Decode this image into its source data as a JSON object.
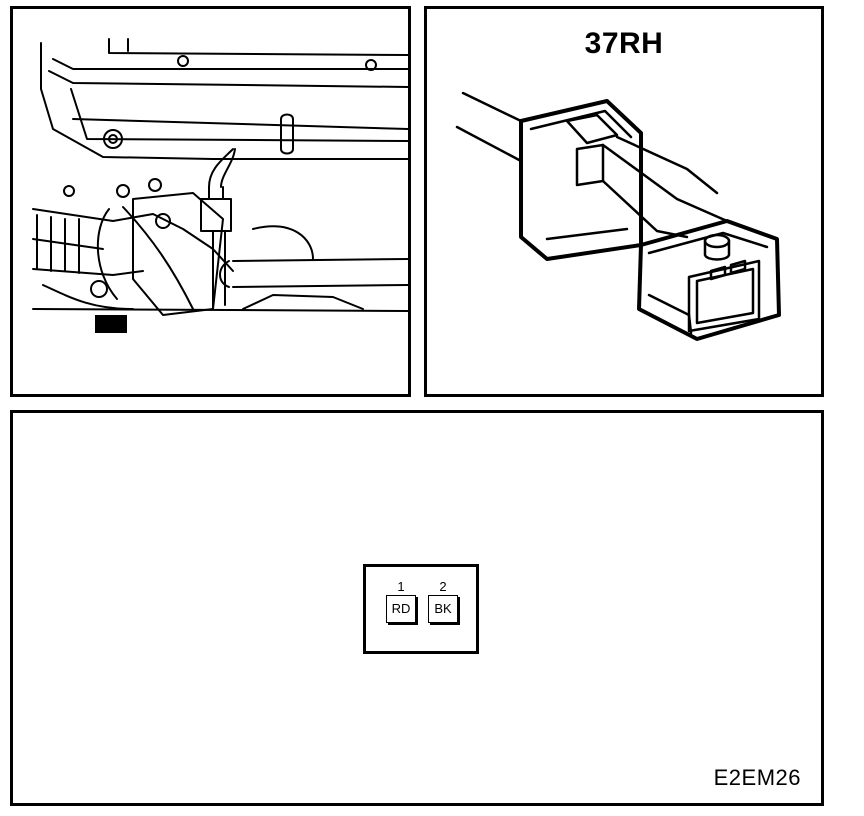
{
  "connector": {
    "title": "37RH"
  },
  "pinout": {
    "pins": [
      {
        "number": "1",
        "wire": "RD"
      },
      {
        "number": "2",
        "wire": "BK"
      }
    ]
  },
  "figure_code": "E2EM26"
}
